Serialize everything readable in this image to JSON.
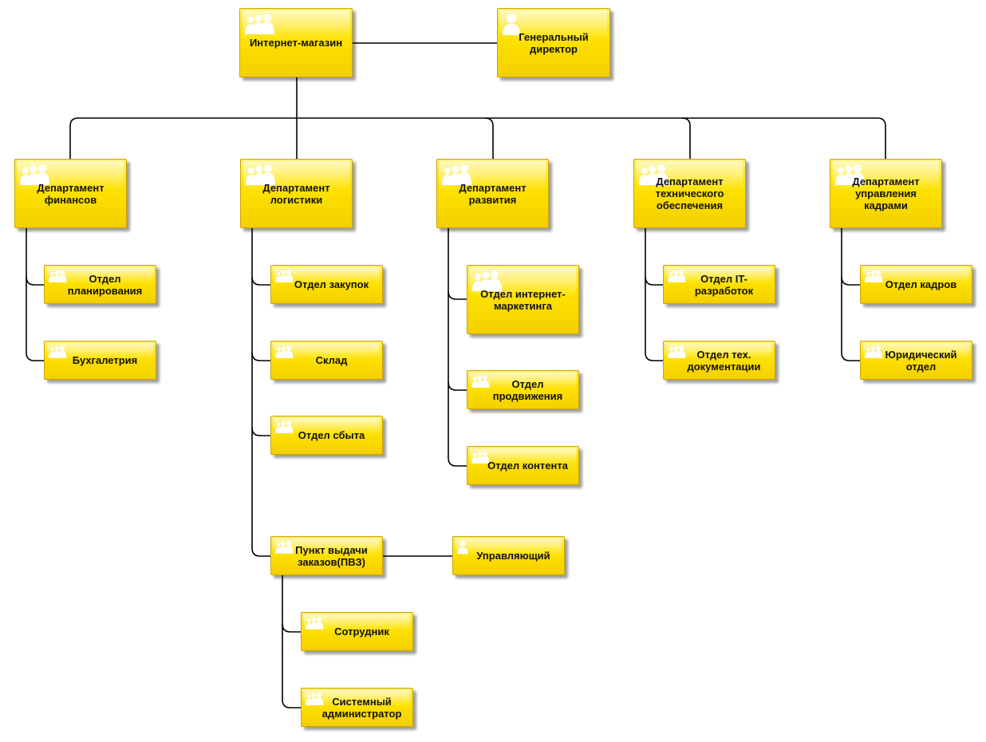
{
  "nodes": {
    "shop": {
      "label": "Интернет-магазин",
      "icon": "group-icon"
    },
    "ceo": {
      "label": "Генеральный\nдиректор",
      "icon": "person-icon"
    },
    "fin": {
      "label": "Департамент\nфинансов",
      "icon": "group-icon"
    },
    "log": {
      "label": "Департамент\nлогистики",
      "icon": "group-icon"
    },
    "dev": {
      "label": "Департамент\nразвития",
      "icon": "group-icon"
    },
    "tech": {
      "label": "Департамент\nтехнического\nобеспечения",
      "icon": "group-icon"
    },
    "hr": {
      "label": "Департамент\nуправления\nкадрами",
      "icon": "group-icon"
    },
    "plan": {
      "label": "Отдел\nпланирования",
      "icon": "group-icon"
    },
    "acc": {
      "label": "Бухгалетрия",
      "icon": "group-icon"
    },
    "purch": {
      "label": "Отдел закупок",
      "icon": "group-icon"
    },
    "wh": {
      "label": "Склад",
      "icon": "group-icon"
    },
    "sales": {
      "label": "Отдел сбыта",
      "icon": "group-icon"
    },
    "pvz": {
      "label": "Пункт выдачи\nзаказов(ПВЗ)",
      "icon": "group-icon"
    },
    "mgr": {
      "label": "Управляющий",
      "icon": "person-icon"
    },
    "emp": {
      "label": "Сотрудник",
      "icon": "group-icon"
    },
    "sys": {
      "label": "Системный\nадминистратор",
      "icon": "group-icon"
    },
    "imkt": {
      "label": "Отдел интернет-\nмаркетинга",
      "icon": "group-icon"
    },
    "prom": {
      "label": "Отдел\nпродвижения",
      "icon": "group-icon"
    },
    "cont": {
      "label": "Отдел контента",
      "icon": "group-icon"
    },
    "it": {
      "label": "Отдел IT-\nразработок",
      "icon": "group-icon"
    },
    "techdoc": {
      "label": "Отдел тех.\nдокументации",
      "icon": "group-icon"
    },
    "pers": {
      "label": "Отдел кадров",
      "icon": "group-icon"
    },
    "legal": {
      "label": "Юридический\nотдел",
      "icon": "group-icon"
    }
  },
  "colors": {
    "node_fill": "#ffe300",
    "node_border": "#c9a400",
    "connector": "#000000",
    "icon": "#ffffff"
  }
}
